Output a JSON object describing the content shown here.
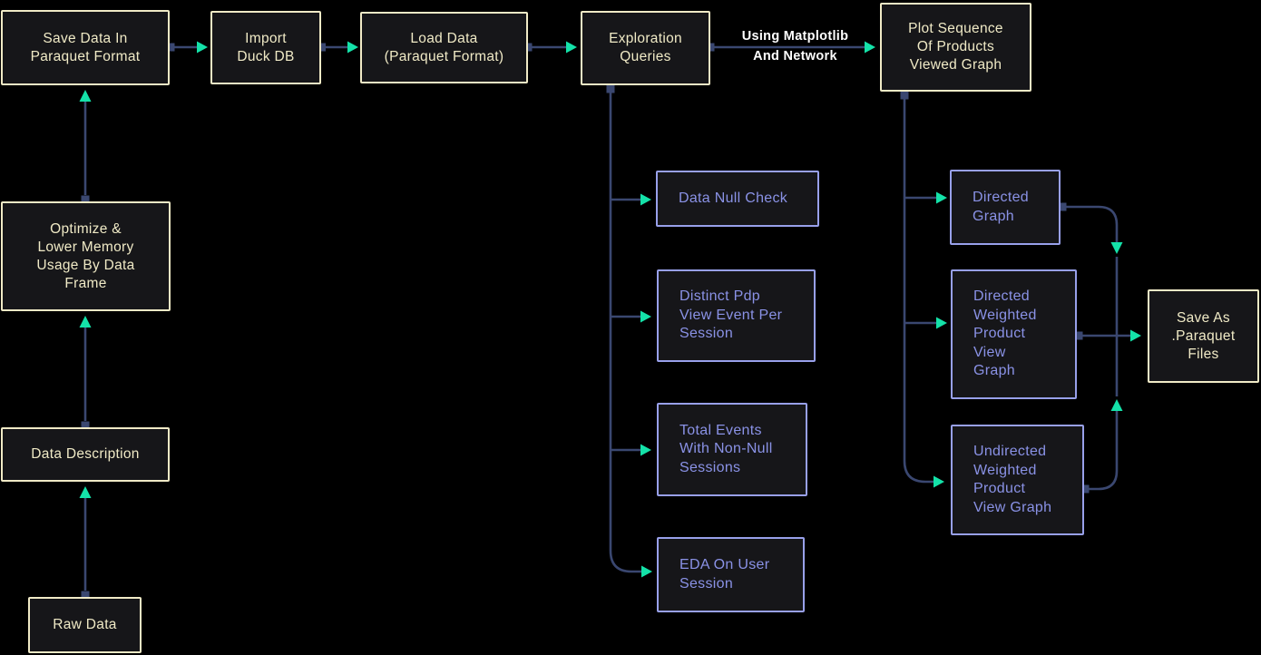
{
  "diagram_type": "flowchart",
  "colors": {
    "background": "#000000",
    "node_fill": "#161619",
    "cream": "#F0EAC6",
    "violet_border": "#98A0EA",
    "violet_text": "#8A92E6",
    "line": "#3A4770",
    "arrowhead": "#14E2A9",
    "edge_label_text": "#FFFFFF"
  },
  "nodes": {
    "save_data_paraquet": {
      "label": [
        "Save Data In",
        "Paraquet Format"
      ]
    },
    "import_duck_db": {
      "label": [
        "Import",
        "Duck DB"
      ]
    },
    "load_data": {
      "label": [
        "Load Data",
        "(Paraquet Format)"
      ]
    },
    "exploration_queries": {
      "label": [
        "Exploration",
        "Queries"
      ]
    },
    "plot_sequence": {
      "label": [
        "Plot Sequence",
        "Of Products",
        "Viewed Graph"
      ]
    },
    "optimize_memory": {
      "label": [
        "Optimize &",
        "Lower Memory",
        "Usage By Data",
        "Frame"
      ]
    },
    "data_description": {
      "label": [
        "Data Description"
      ]
    },
    "raw_data": {
      "label": [
        "Raw Data"
      ]
    },
    "data_null_check": {
      "label": [
        "Data Null Check"
      ]
    },
    "distinct_pdp": {
      "label": [
        "Distinct Pdp",
        "View Event Per",
        "Session"
      ]
    },
    "total_events": {
      "label": [
        "Total Events",
        "With Non-Null",
        "Sessions"
      ]
    },
    "eda_user_session": {
      "label": [
        "EDA On User",
        "Session"
      ]
    },
    "directed_graph": {
      "label": [
        "Directed",
        "Graph"
      ]
    },
    "directed_weighted": {
      "label": [
        "Directed",
        "Weighted",
        "Product",
        "View",
        "Graph"
      ]
    },
    "undirected_weighted": {
      "label": [
        "Undirected",
        "Weighted",
        "Product",
        "View Graph"
      ]
    },
    "save_as_files": {
      "label": [
        "Save As",
        ".Paraquet",
        "Files"
      ]
    }
  },
  "edges": {
    "exploration_to_plot": {
      "label": [
        "Using Matplotlib",
        "And Network"
      ]
    }
  }
}
